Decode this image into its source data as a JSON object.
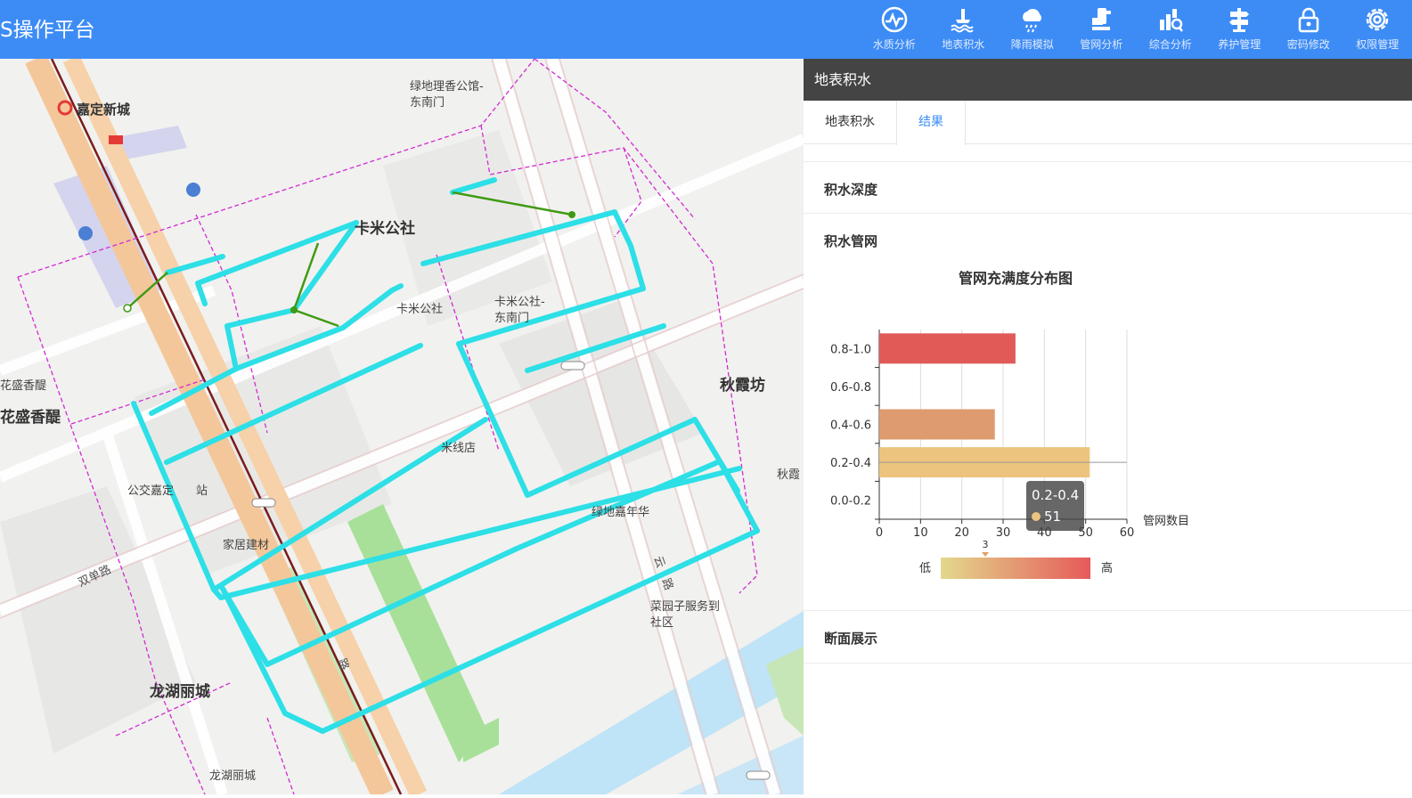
{
  "app": {
    "title": "S操作平台"
  },
  "nav": [
    {
      "label": "水质分析",
      "icon": "water-quality-icon"
    },
    {
      "label": "地表积水",
      "icon": "surface-water-icon"
    },
    {
      "label": "降雨模拟",
      "icon": "rain-icon"
    },
    {
      "label": "管网分析",
      "icon": "pipe-icon"
    },
    {
      "label": "综合分析",
      "icon": "analysis-icon"
    },
    {
      "label": "养护管理",
      "icon": "maintenance-icon"
    },
    {
      "label": "密码修改",
      "icon": "lock-icon"
    },
    {
      "label": "权限管理",
      "icon": "gear-icon"
    }
  ],
  "map": {
    "labels": {
      "station": "嘉定新城",
      "lvdi": "绿地理香公馆-",
      "lvdi2": "东南门",
      "kami_big": "卡米公社",
      "kami": "卡米公社",
      "kami_gate": "卡米公社-",
      "kami_gate2": "东南门",
      "qiuxia": "秋霞坊",
      "huasheng1": "花盛香醍",
      "huasheng2": "花盛香醍",
      "mixian": "米线店",
      "bus": "公交嘉定",
      "bus2": "站",
      "jiaju": "家居建材",
      "lvdi3": "绿地嘉年华",
      "shuangdan": "双单路",
      "yun": "云",
      "lu": "路",
      "caiyuan": "菜园子服务到",
      "caiyuan2": "社区",
      "longhu_big": "龙湖丽城",
      "longhu": "龙湖丽城",
      "qiuxia2": "秋霞",
      "road_vert": "路"
    }
  },
  "panel": {
    "header": "地表积水",
    "tabs": [
      "地表积水",
      "结果"
    ],
    "sections": {
      "depth": "积水深度",
      "network": "积水管网",
      "profile": "断面展示"
    }
  },
  "chart_data": {
    "type": "bar",
    "orientation": "horizontal",
    "title": "管网充满度分布图",
    "categories": [
      "0.0-0.2",
      "0.2-0.4",
      "0.4-0.6",
      "0.6-0.8",
      "0.8-1.0"
    ],
    "values": [
      0,
      51,
      28,
      0,
      33
    ],
    "colors": [
      "#e6d88a",
      "#edc47f",
      "#de9b6f",
      "#e0756a",
      "#e05a58"
    ],
    "xlabel": "管网数目",
    "xlim": [
      0,
      60
    ],
    "xticks": [
      0,
      10,
      20,
      30,
      40,
      50,
      60
    ],
    "grid": true,
    "tooltip": {
      "category": "0.2-0.4",
      "value": 51
    },
    "visual_map": {
      "low": "低",
      "high": "高",
      "indicator": "3",
      "colors": [
        "#e3d88c",
        "#e65a5a"
      ]
    }
  }
}
